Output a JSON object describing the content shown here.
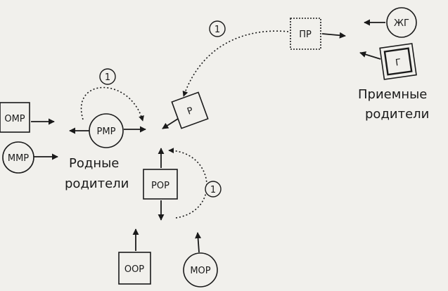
{
  "diagram": {
    "nodes": {
      "omp": "ОМР",
      "mmp": "ММР",
      "pmp": "РМР",
      "p": "Р",
      "pr": "ПР",
      "zhg": "ЖГ",
      "g": "Г",
      "pop": "РОР",
      "oop": "ООР",
      "mop": "МОР"
    },
    "labels": {
      "birth_parents_line1": "Родные",
      "birth_parents_line2": "родители",
      "foster_parents_line1": "Приемные",
      "foster_parents_line2": "родители"
    },
    "markers": {
      "top": "1",
      "left": "1",
      "bottom": "1"
    }
  }
}
